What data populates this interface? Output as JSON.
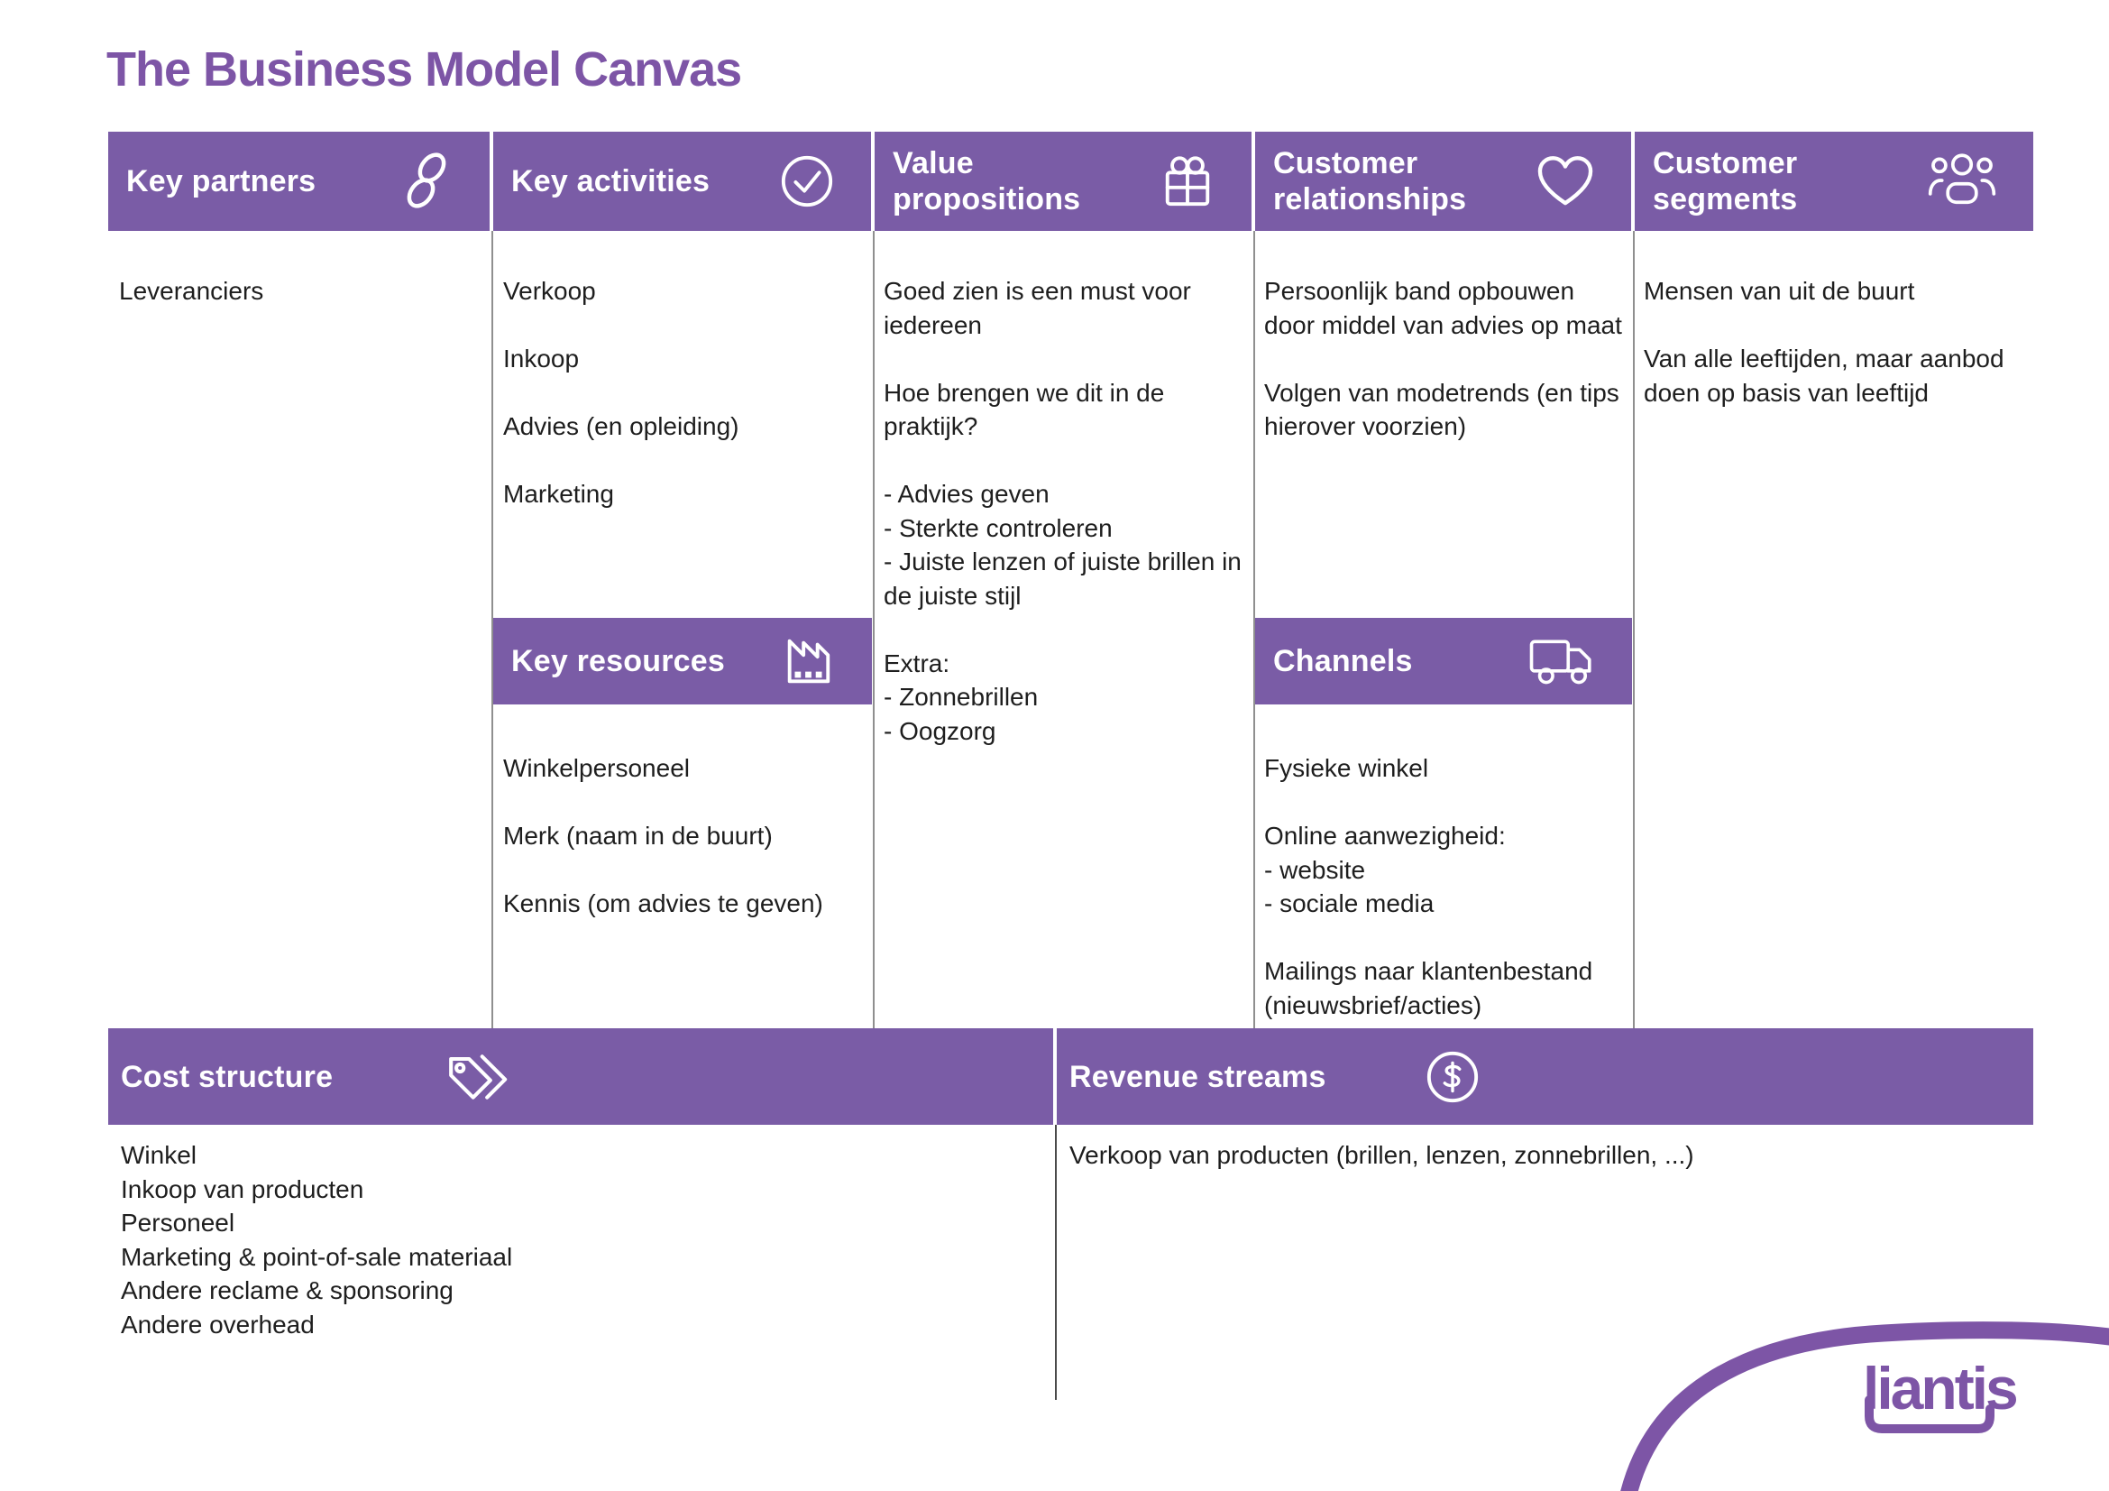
{
  "title": "The Business Model Canvas",
  "colors": {
    "header_purple": "#7a5ca6",
    "title_purple": "#7d55a6",
    "body_text": "#1e1e1e",
    "divider_gray": "#8f8f8f",
    "background": "#ffffff"
  },
  "canvas": {
    "headers": {
      "key_partners": {
        "label": "Key partners",
        "icon": "link-icon"
      },
      "key_activities": {
        "label": "Key activities",
        "icon": "check-circle-icon"
      },
      "value_propositions": {
        "label": "Value\npropositions",
        "icon": "gift-icon"
      },
      "customer_relationships": {
        "label": "Customer\nrelationships",
        "icon": "heart-icon"
      },
      "customer_segments": {
        "label": "Customer\nsegments",
        "icon": "people-icon"
      },
      "key_resources": {
        "label": "Key resources",
        "icon": "factory-icon"
      },
      "channels": {
        "label": "Channels",
        "icon": "truck-icon"
      },
      "cost_structure": {
        "label": "Cost structure",
        "icon": "tags-icon"
      },
      "revenue_streams": {
        "label": "Revenue streams",
        "icon": "dollar-circle-icon"
      }
    },
    "content": {
      "key_partners": "Leveranciers",
      "key_activities": "Verkoop\n\nInkoop\n\nAdvies (en opleiding)\n\nMarketing",
      "key_resources": "Winkelpersoneel\n\nMerk (naam in de buurt)\n\nKennis (om advies te geven)",
      "value_propositions": "Goed zien is een must voor\niedereen\n\nHoe brengen we dit in de\npraktijk?\n\n- Advies geven\n- Sterkte controleren\n- Juiste lenzen of juiste brillen in\nde juiste stijl\n\nExtra:\n- Zonnebrillen\n- Oogzorg",
      "customer_relationships": "Persoonlijk band opbouwen\ndoor middel van advies op maat\n\nVolgen van modetrends (en tips\nhierover voorzien)",
      "channels": "Fysieke winkel\n\nOnline aanwezigheid:\n- website\n- sociale media\n\nMailings naar klantenbestand\n(nieuwsbrief/acties)",
      "customer_segments": "Mensen van uit de buurt\n\nVan alle leeftijden, maar aanbod\ndoen op basis van leeftijd",
      "cost_structure": "Winkel\nInkoop van producten\nPersoneel\nMarketing & point-of-sale materiaal\nAndere reclame & sponsoring\nAndere overhead",
      "revenue_streams": "Verkoop van producten (brillen, lenzen, zonnebrillen, ...)"
    }
  },
  "logo": {
    "text": "liantis"
  }
}
